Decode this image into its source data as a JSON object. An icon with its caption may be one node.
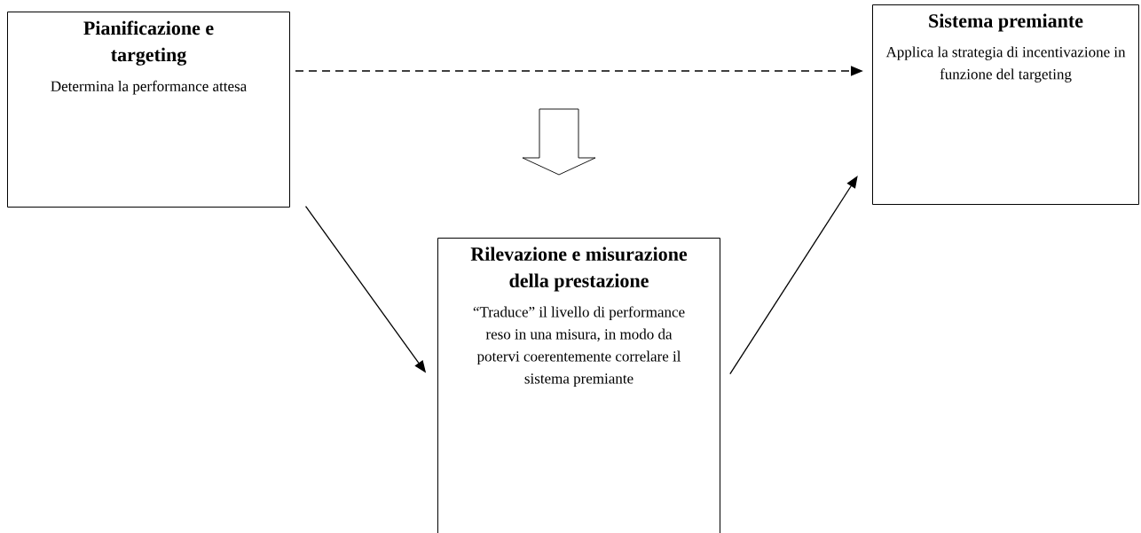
{
  "diagram": {
    "nodes": [
      {
        "text": [
          "Pianificazione e targeting",
          "Determina la performance attesa"
        ]
      },
      {
        "text": [
          "Sistema premiante",
          "Applica la strategia di incentivazione in funzione del targeting"
        ]
      },
      {
        "text": [
          "Rilevazione e misurazione della prestazione",
          "“Traduce” il livello di performance reso in una misura, in modo da potervi coerentemente correlare il sistema premiante"
        ]
      }
    ],
    "edges": [
      {
        "from": 0,
        "to": 1,
        "arrow": "to",
        "style": "dashed"
      },
      {
        "from": 0,
        "to": 2,
        "arrow": "to"
      },
      {
        "from": 2,
        "to": 1,
        "arrow": "to"
      }
    ]
  }
}
